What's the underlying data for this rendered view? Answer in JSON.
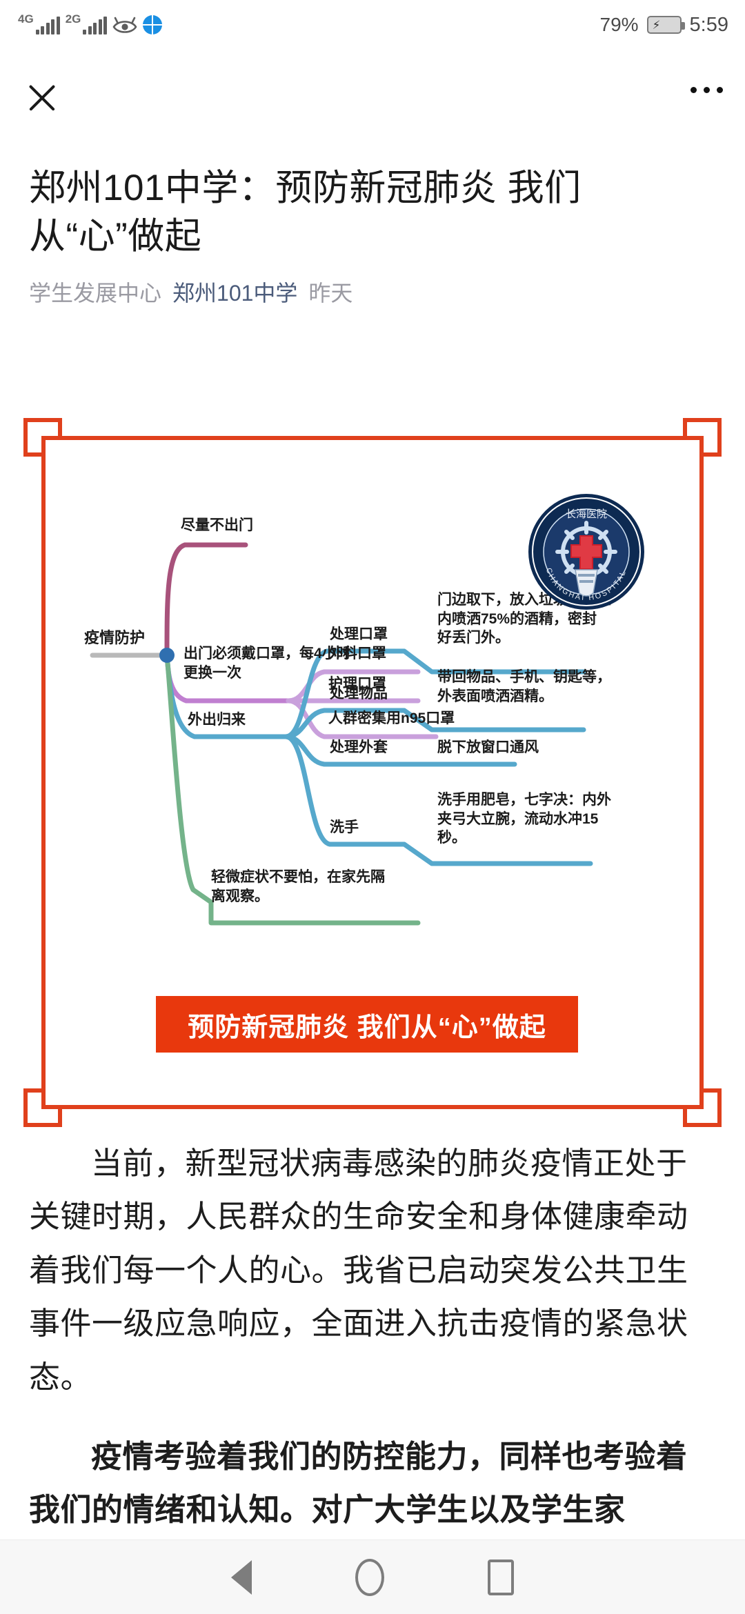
{
  "status_bar": {
    "network_primary": "4G",
    "network_secondary": "2G",
    "icons": [
      "signal-bars-icon",
      "signal-bars-icon",
      "eye-icon",
      "globe-icon"
    ],
    "battery_percent": "79%",
    "battery_state": "charging",
    "clock": "5:59"
  },
  "toolbar": {
    "close_label": "close-icon",
    "more_label": "more-options-icon"
  },
  "article": {
    "title": "郑州101中学：预防新冠肺炎 我们从“心”做起",
    "byline": {
      "department": "学生发展中心",
      "account": "郑州101中学",
      "time": "昨天"
    },
    "paragraphs": [
      {
        "text": "当前，新型冠状病毒感染的肺炎疫情正处于关键时期，人民群众的生命安全和身体健康牵动着我们每一个人的心。我省已启动突发公共卫生事件一级应急响应，全面进入抗击疫情的紧急状态。",
        "bold": false
      },
      {
        "text": "疫情考验着我们的防控能力，同样也考验着我们的情绪和认知。对广大学生以及学生家",
        "bold": true
      }
    ]
  },
  "figure": {
    "frame_color": "#e0401c",
    "logo": {
      "name": "changhai-hospital-logo",
      "chinese_name": "长海医院",
      "english_top": "CHANGHAI",
      "english_bottom": "HOSPITAL",
      "ring_color": "#1b3a6b",
      "cross_color": "#cc1f2a"
    },
    "banner": {
      "text": "预防新冠肺炎 我们从“心”做起",
      "background": "#e8380d",
      "text_color": "#ffffff"
    },
    "mindmap": {
      "root": "疫情防护",
      "branches": [
        {
          "label": "尽量不出门",
          "color": "#a8527b",
          "children": []
        },
        {
          "label": "出门必须戴口罩，每4小时\n更换一次",
          "color": "#c07fd0",
          "children": [
            {
              "label": "外科口罩"
            },
            {
              "label": "护理口罩"
            },
            {
              "label": "人群密集用n95口罩"
            }
          ]
        },
        {
          "label": "外出归来",
          "color": "#56a8cc",
          "children": [
            {
              "label": "处理口罩",
              "detail": "门边取下，放入垃圾袋，袋\n内喷洒75%的酒精，密封\n好丢门外。"
            },
            {
              "label": "处理物品",
              "detail": "带回物品、手机、钥匙等，\n外表面喷洒酒精。"
            },
            {
              "label": "处理外套",
              "detail": "脱下放窗口通风"
            },
            {
              "label": "洗手",
              "detail": "洗手用肥皂，七字决：内外\n夹弓大立腕，流动水冲15\n秒。"
            }
          ]
        },
        {
          "label": "轻微症状不要怕，在家先隔\n离观察。",
          "color": "#74b38a",
          "children": []
        }
      ]
    }
  },
  "navbar": {
    "back": "back-icon",
    "home": "home-icon",
    "recents": "recents-icon"
  }
}
